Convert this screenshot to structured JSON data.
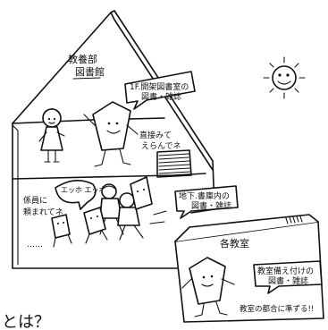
{
  "building": {
    "title_line1": "教養部",
    "title_line2": "図書館"
  },
  "bubbles": {
    "floor1_line1": "1F.開架図書室の",
    "floor1_line2": "図書・雑誌",
    "browse_line1": "直接みて",
    "browse_line2": "えらんでネ",
    "basement_line1": "地下.書庫内の",
    "basement_line2": "図書・雑誌",
    "staff_line1": "係員に",
    "staff_line2": "頼まれてネ",
    "cheer": "エッホ エッホ",
    "dots": "……"
  },
  "classroom": {
    "title": "各教室",
    "bubble_line1": "教室備え付けの",
    "bubble_line2": "図書・雑誌",
    "note": "教室の都合に準ずる!!"
  },
  "caption_fragment": "とは？"
}
